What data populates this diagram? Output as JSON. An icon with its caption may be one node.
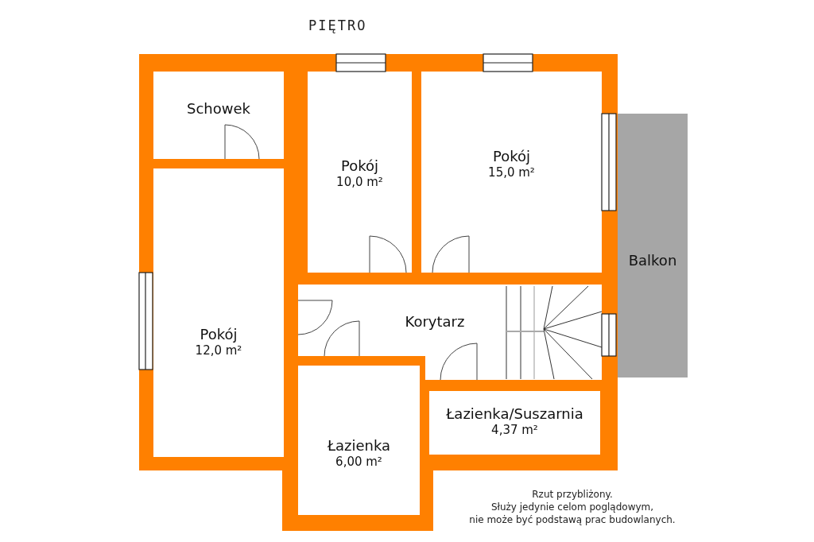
{
  "diagram": {
    "title": "PIĘTRO",
    "nodes": [
      {
        "text": [
          "Schowek"
        ]
      },
      {
        "text": [
          "Pokój",
          "10,0 m²"
        ]
      },
      {
        "text": [
          "Pokój",
          "15,0 m²"
        ]
      },
      {
        "text": [
          "Balkon"
        ]
      },
      {
        "text": [
          "Pokój",
          "12,0 m²"
        ]
      },
      {
        "text": [
          "Korytarz"
        ]
      },
      {
        "text": [
          "Łazienka/Suszarnia",
          "4,37 m²"
        ]
      },
      {
        "text": [
          "Łazienka",
          "6,00 m²"
        ]
      }
    ],
    "edges": [],
    "labels": [
      "Rzut przybliżony.",
      "Służy jedynie celom poglądowym,",
      "nie może być podstawą prac budowlanych."
    ]
  }
}
